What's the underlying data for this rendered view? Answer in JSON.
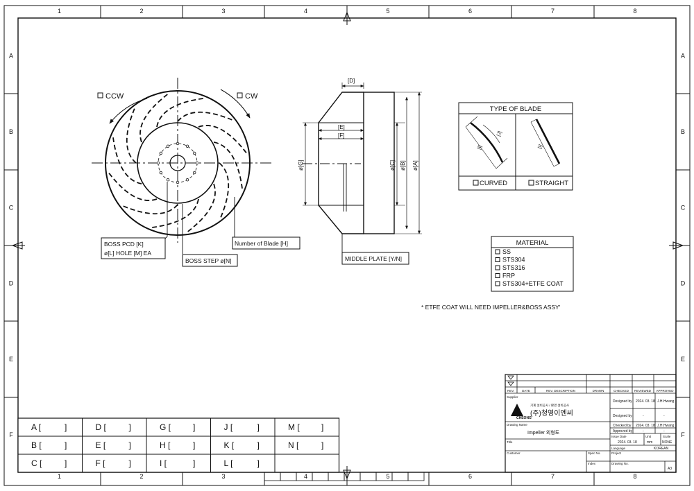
{
  "border": {
    "columns": [
      "1",
      "2",
      "3",
      "4",
      "5",
      "6",
      "7",
      "8"
    ],
    "rows": [
      "A",
      "B",
      "C",
      "D",
      "E",
      "F"
    ]
  },
  "front_view": {
    "ccw_label": "CCW",
    "cw_label": "CW",
    "callouts": {
      "boss_pcd": "BOSS PCD [K]",
      "holes": "ø[L] HOLE [M] EA",
      "boss_step": "BOSS STEP ø[N]",
      "blades": "Number of Blade [H]"
    }
  },
  "side_view": {
    "dims": {
      "d": "[D]",
      "e": "[E]",
      "f": "[F]",
      "g": "ø[G]",
      "c": "ø[C]",
      "b": "ø[B]",
      "a": "ø[A]"
    },
    "middle_plate": "MIDDLE PLATE [Y/N]"
  },
  "blade_type": {
    "title": "TYPE OF BLADE",
    "curved_label": "CURVED",
    "straight_label": "STRAIGHT",
    "i_label": "[I]",
    "j_label": "[J]"
  },
  "material": {
    "title": "MATERIAL",
    "options": [
      "SS",
      "STS304",
      "STS316",
      "FRP",
      "STS304+ETFE COAT"
    ]
  },
  "note": "* ETFE COAT WILL NEED IMPELLER&BOSS ASSY'",
  "param_table": {
    "rows": [
      [
        "A",
        "D",
        "G",
        "J",
        "M"
      ],
      [
        "B",
        "E",
        "H",
        "K",
        "N"
      ],
      [
        "C",
        "F",
        "I",
        "L",
        ""
      ]
    ]
  },
  "title_block": {
    "rev_headers": [
      "REV.",
      "DATE",
      "REV. DESCRIPTION",
      "DRAWN",
      "CHECKED",
      "REVIEWED",
      "APPROVED"
    ],
    "supplier_label": "Supplier",
    "company_tagline": "기계 설비공사 / 환경 설비공사",
    "company_name": "(주)청영이엔씨",
    "logo_text": "CHEONG",
    "designed_by_label": "Designed by",
    "designed_date": "2024. 03. 18",
    "designer": "J.H.Hwang",
    "designed_by2_label": "Designed by",
    "dash": "-",
    "drawing_name_label": "Drawing Name",
    "drawing_name": "Impeller 외형도",
    "checked_by_label": "Checked by",
    "checked_date": "2024. 03. 18",
    "checker": "J.H.Hwang",
    "approved_by_label": "Approved by",
    "title_label": "Title",
    "issue_date_label": "Issue Date",
    "issue_date": "2024. 03. 18",
    "unit_label": "Unit",
    "unit": "mm",
    "scale_label": "Scale",
    "scale": "NONE",
    "language_label": "Language",
    "language": "KOREAN",
    "customer_label": "Customer",
    "spec_no_label": "Spec No.",
    "project_label": "Project",
    "index_label": "Index",
    "drawing_no_label": "Drawing No.",
    "sheet_size": "A3"
  }
}
